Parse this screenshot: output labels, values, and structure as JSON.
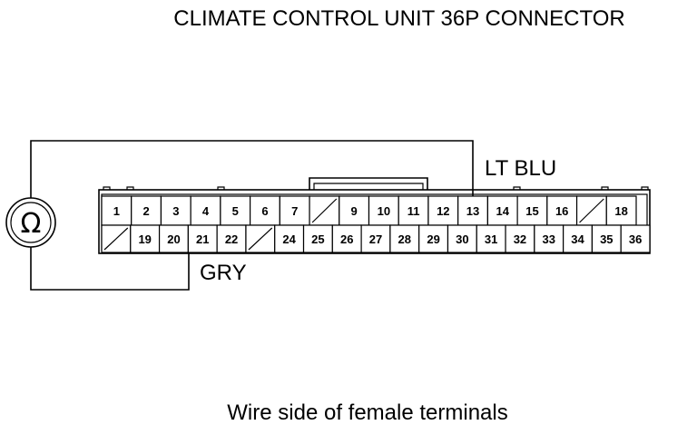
{
  "title": "CLIMATE CONTROL UNIT 36P CONNECTOR",
  "caption": "Wire side of female terminals",
  "meter_symbol": "Ω",
  "wires": {
    "upper": "LT BLU",
    "lower": "GRY"
  },
  "connector": {
    "top_row": [
      "1",
      "2",
      "3",
      "4",
      "5",
      "6",
      "7",
      "",
      "9",
      "10",
      "11",
      "12",
      "13",
      "14",
      "15",
      "16",
      "",
      "18"
    ],
    "bottom_row": [
      "",
      "19",
      "20",
      "21",
      "22",
      "",
      "24",
      "25",
      "26",
      "27",
      "28",
      "29",
      "30",
      "31",
      "32",
      "33",
      "34",
      "35",
      "36"
    ]
  }
}
